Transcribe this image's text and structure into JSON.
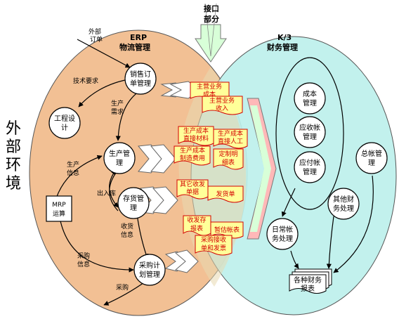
{
  "external_env": [
    "外",
    "部",
    "环",
    "境"
  ],
  "interface": {
    "line1": "接口",
    "line2": "部分"
  },
  "erp": {
    "line1": "ERP",
    "line2": "物流管理"
  },
  "k3": {
    "line1": "K/3",
    "line2": "财务管理"
  },
  "left_labels": {
    "ext_order": [
      "外部",
      "订单"
    ],
    "tech_req": "技术要求",
    "prod_demand": [
      "生产",
      "需求"
    ],
    "prod_info": [
      "生产",
      "信息"
    ],
    "in_out": "出入库",
    "receipt_info": [
      "收货",
      "信息"
    ],
    "purchase_info": [
      "采购",
      "信息"
    ],
    "purchase": "采购"
  },
  "nodes": {
    "sales": [
      "销售订",
      "单管理"
    ],
    "eng": [
      "工程设",
      "计"
    ],
    "prod": [
      "生产管",
      "理"
    ],
    "inv": [
      "存货管",
      "理"
    ],
    "purch": [
      "采购计",
      "划管理"
    ],
    "mrp": [
      "MRP",
      "运算"
    ]
  },
  "docs": {
    "main_cost": [
      "主营业务",
      "成本"
    ],
    "main_income": [
      "主营业务",
      "收入"
    ],
    "prod_material": [
      "生产成本",
      "直接材料"
    ],
    "prod_labor": [
      "生产成本",
      "直接人工"
    ],
    "prod_overhead": [
      "生产成本",
      "制造费用"
    ],
    "statements": [
      "定制明",
      "细表"
    ],
    "other_io": [
      "其它收发",
      "单据"
    ],
    "delivery": "发货单",
    "receipt_report": [
      "收发存",
      "报表"
    ],
    "estimate": "暂估帐表",
    "purchase_receipt": [
      "采购接收",
      "单和发票"
    ]
  },
  "k3_items": {
    "cost": [
      "成本",
      "管理"
    ],
    "ar": [
      "应收帐",
      "管理"
    ],
    "ap": [
      "应付帐",
      "管理"
    ],
    "gl": [
      "总帐管",
      "理"
    ],
    "other_fin": [
      "其他财",
      "务处理"
    ],
    "daily": [
      "日常帐",
      "务处理"
    ],
    "reports": [
      "各种财务",
      "报表"
    ]
  },
  "colors": {
    "erp_fill": "#f2c094",
    "k3_fill": "#bdf0ec",
    "doc_fill": "#ffff99",
    "doc_text": "#d40000",
    "node_fill": "#ffffff",
    "arrow_green": "#d8ffd8"
  }
}
